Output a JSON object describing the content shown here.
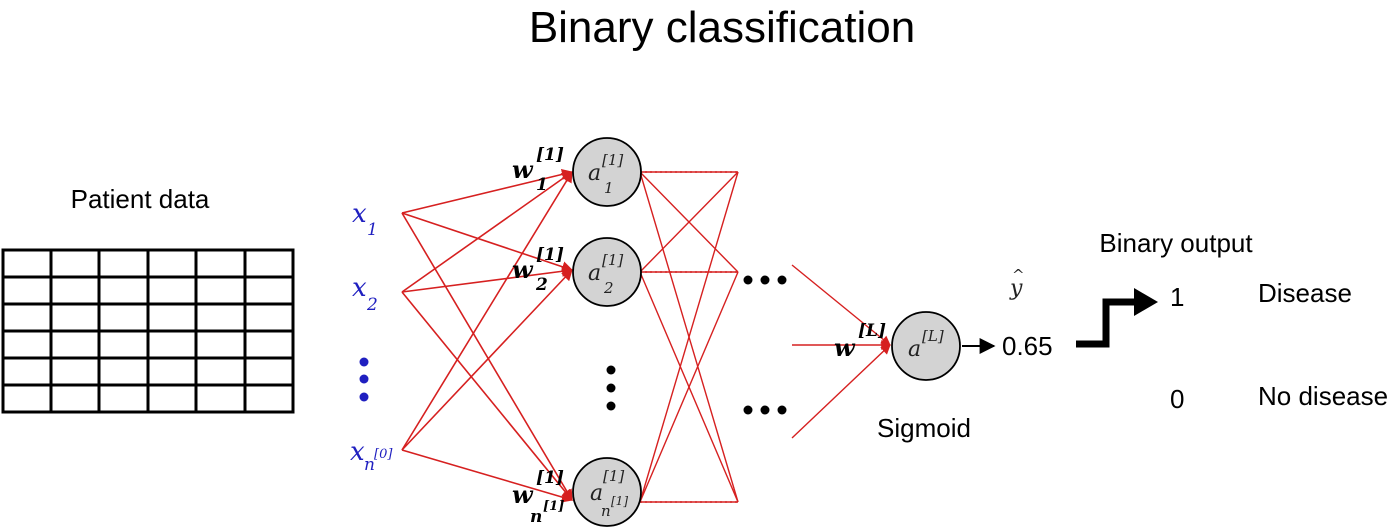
{
  "title": "Binary classification",
  "patient_label": "Patient data",
  "inputs": {
    "x1": {
      "var": "x",
      "sub": "1"
    },
    "x2": {
      "var": "x",
      "sub": "2"
    },
    "xn": {
      "var": "x",
      "sub": "n",
      "sup": "[0]"
    }
  },
  "hidden": {
    "a1": {
      "var": "a",
      "sup": "[1]",
      "sub": "1"
    },
    "a2": {
      "var": "a",
      "sup": "[1]",
      "sub": "2"
    },
    "an": {
      "var": "a",
      "sup": "[1]",
      "sub": "n",
      "subsup": "[1]"
    }
  },
  "weights": {
    "w1": {
      "var": "w",
      "sup": "[1]",
      "sub": "1"
    },
    "w2": {
      "var": "w",
      "sup": "[1]",
      "sub": "2"
    },
    "wn": {
      "var": "w",
      "sup": "[1]",
      "sub": "n",
      "subsup": "[1]"
    },
    "wL": {
      "var": "w",
      "sup": "[L]"
    }
  },
  "output_neuron": {
    "var": "a",
    "sup": "[L]"
  },
  "activation_label": "Sigmoid",
  "yhat": {
    "var": "y",
    "hat": "^"
  },
  "prediction": "0.65",
  "binary_output": {
    "label": "Binary output",
    "one": {
      "value": "1",
      "text": "Disease"
    },
    "zero": {
      "value": "0",
      "text": "No disease"
    }
  },
  "colors": {
    "edge": "#d62020",
    "input": "#1f1fc0",
    "neuron_fill": "#d3d3d3"
  }
}
